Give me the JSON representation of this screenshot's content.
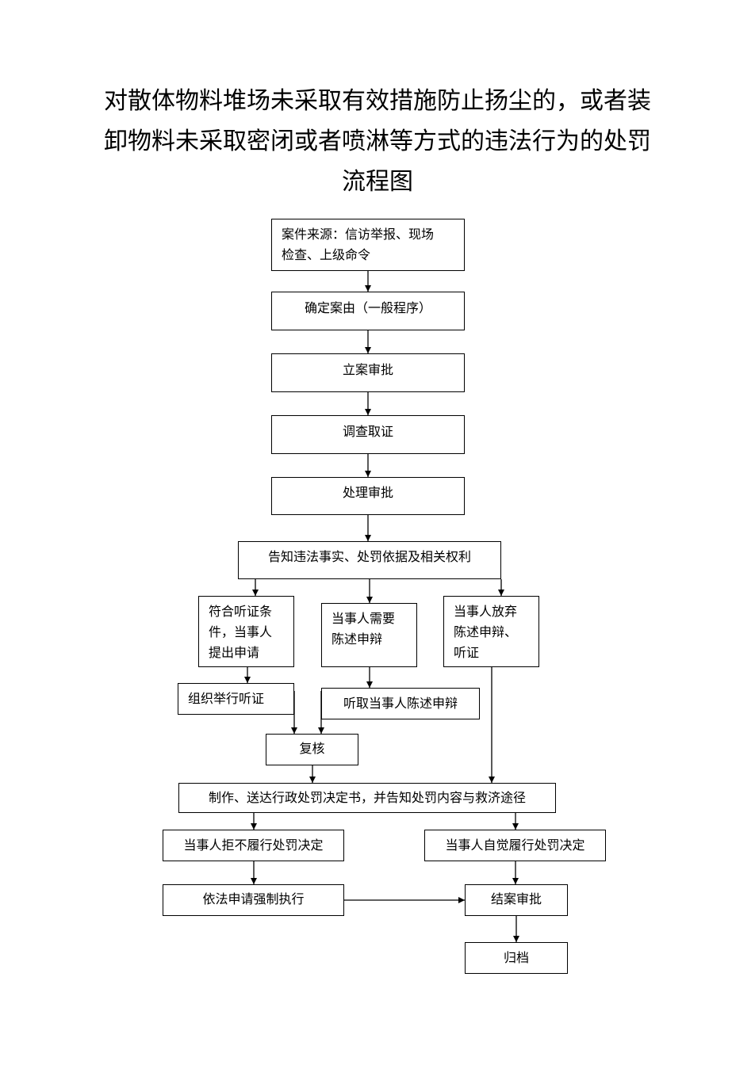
{
  "title_lines": [
    "对散体物料堆场未采取有效措施防止扬尘的，或者装",
    "卸物料未采取密闭或者喷淋等方式的违法行为的处罚",
    "流程图"
  ],
  "nodes": {
    "case_source": {
      "lines": [
        "案件来源：信访举报、现场",
        "检查、上级命令"
      ]
    },
    "determine_cause": {
      "lines": [
        "确定案由（一般程序）"
      ]
    },
    "filing_approval": {
      "lines": [
        "立案审批"
      ]
    },
    "investigation": {
      "lines": [
        "调查取证"
      ]
    },
    "handling_approval": {
      "lines": [
        "处理审批"
      ]
    },
    "notify": {
      "lines": [
        "告知违法事实、处罚依据及相关权利"
      ]
    },
    "hearing_request": {
      "lines": [
        "符合听证条",
        "件，当事人",
        "提出申请"
      ]
    },
    "statement_need": {
      "lines": [
        "当事人需要",
        "陈述申辩"
      ]
    },
    "waive": {
      "lines": [
        "当事人放弃",
        "陈述申辩、",
        "听证"
      ]
    },
    "organize_hearing": {
      "lines": [
        "组织举行听证"
      ]
    },
    "hear_statement": {
      "lines": [
        "听取当事人陈述申辩"
      ]
    },
    "review": {
      "lines": [
        "复核"
      ]
    },
    "decision": {
      "lines": [
        "制作、送达行政处罚决定书，并告知处罚内容与救济途径"
      ]
    },
    "refuse": {
      "lines": [
        "当事人拒不履行处罚决定"
      ]
    },
    "comply": {
      "lines": [
        "当事人自觉履行处罚决定"
      ]
    },
    "enforce": {
      "lines": [
        "依法申请强制执行"
      ]
    },
    "close_approval": {
      "lines": [
        "结案审批"
      ]
    },
    "archive": {
      "lines": [
        "归档"
      ]
    }
  }
}
